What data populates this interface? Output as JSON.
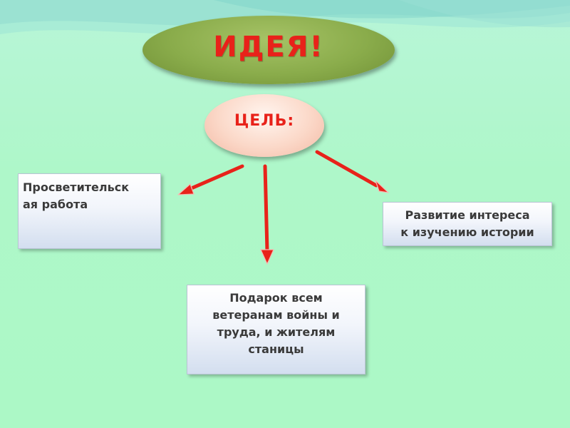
{
  "diagram": {
    "title": "ИДЕЯ!",
    "goal": "ЦЕЛЬ:",
    "nodes": {
      "left": {
        "lines": [
          "Просветительск",
          "ая работа"
        ]
      },
      "right": {
        "lines": [
          "Развитие интереса",
          "к изучению истории"
        ]
      },
      "bottom": {
        "lines": [
          "Подарок всем",
          "ветеранам  войны и",
          "труда, и жителям",
          "станицы"
        ]
      }
    }
  },
  "colors": {
    "accent_red": "#e8221a",
    "idea_green": "#8aac4b",
    "goal_peach": "#fbd8c8",
    "background": "#acf8c6"
  }
}
